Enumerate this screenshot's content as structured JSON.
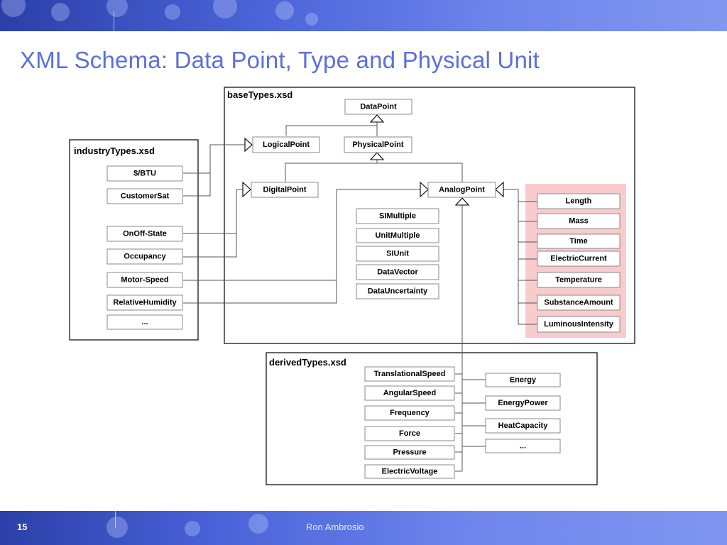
{
  "slide": {
    "title": "XML Schema: Data Point, Type and Physical Unit",
    "page_number": "15",
    "author": "Ron Ambrosio"
  },
  "colors": {
    "title": "#5b6fe0",
    "band": "#4a63d8",
    "units_highlight": "#f8cccc"
  },
  "containers": {
    "base": "baseTypes.xsd",
    "industry": "industryTypes.xsd",
    "derived": "derivedTypes.xsd"
  },
  "nodes": {
    "data_point": "DataPoint",
    "logical_point": "LogicalPoint",
    "physical_point": "PhysicalPoint",
    "digital_point": "DigitalPoint",
    "analog_point": "AnalogPoint",
    "si_multiple": "SIMultiple",
    "unit_multiple": "UnitMultiple",
    "si_unit": "SIUnit",
    "data_vector": "DataVector",
    "data_uncertainty": "DataUncertainty",
    "btu": "$/BTU",
    "customer_sat": "CustomerSat",
    "onoff_state": "OnOff-State",
    "occupancy": "Occupancy",
    "motor_speed": "Motor-Speed",
    "relative_humidity": "RelativeHumidity",
    "industry_more": "...",
    "length": "Length",
    "mass": "Mass",
    "time": "Time",
    "electric_current": "ElectricCurrent",
    "temperature": "Temperature",
    "substance_amount": "SubstanceAmount",
    "luminous_intensity": "LuminousIntensity",
    "translational_speed": "TranslationalSpeed",
    "angular_speed": "AngularSpeed",
    "frequency": "Frequency",
    "force": "Force",
    "pressure": "Pressure",
    "electric_voltage": "ElectricVoltage",
    "energy": "Energy",
    "energy_power": "EnergyPower",
    "heat_capacity": "HeatCapacity",
    "derived_more": "..."
  }
}
